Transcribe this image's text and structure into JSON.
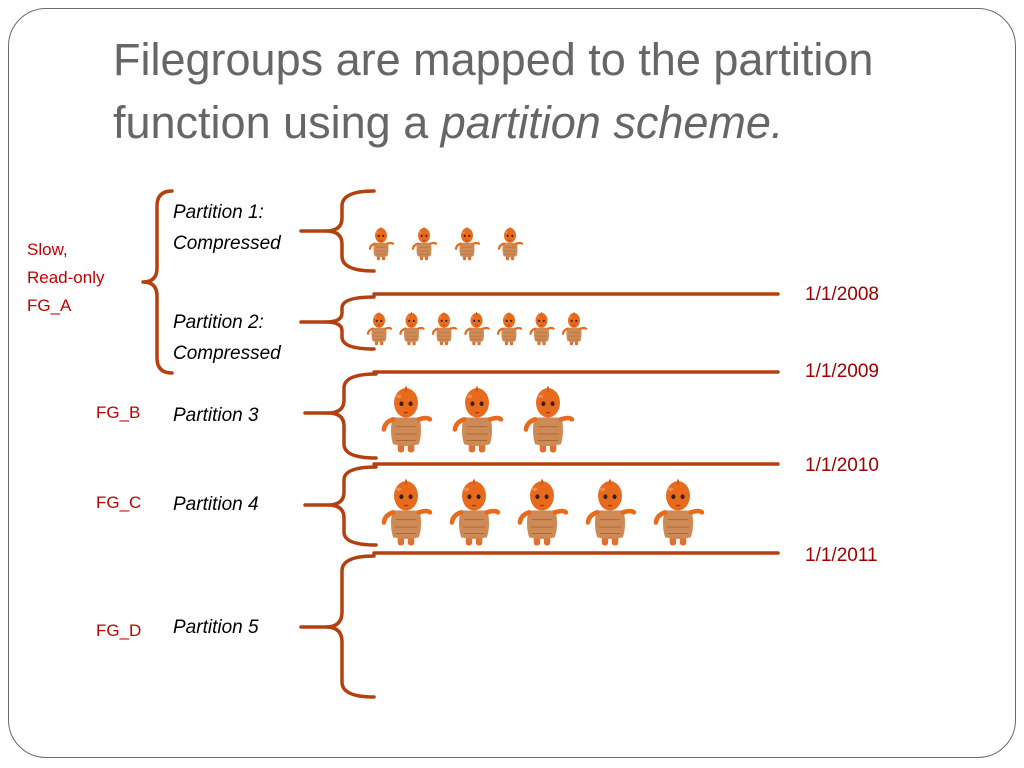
{
  "title": {
    "line1": "Filegroups are mapped to the partition",
    "line2_plain": "function using a ",
    "line2_emphasis": "partition scheme."
  },
  "partitions": [
    {
      "line1": "Partition 1:",
      "line2": "Compressed",
      "doll_count": 4
    },
    {
      "line1": "Partition 2:",
      "line2": "Compressed",
      "doll_count": 7
    },
    {
      "line1": "Partition 3",
      "line2": "",
      "doll_count": 3
    },
    {
      "line1": "Partition 4",
      "line2": "",
      "doll_count": 5
    },
    {
      "line1": "Partition 5",
      "line2": "",
      "doll_count": 0
    }
  ],
  "filegroups": {
    "fg_a": {
      "line1": "Slow,",
      "line2": "Read-only",
      "line3": "FG_A"
    },
    "fg_b": "FG_B",
    "fg_c": "FG_C",
    "fg_d": "FG_D"
  },
  "boundaries": [
    "1/1/2008",
    "1/1/2009",
    "1/1/2010",
    "1/1/2011"
  ],
  "colors": {
    "title": "#666666",
    "brace_and_lines": "#b5400f",
    "date_label": "#a00000",
    "filegroup_label": "#c00000",
    "doll_body": "#e86a1c",
    "doll_dress": "#cd8a55"
  },
  "icons": {
    "doll": "doll-icon"
  }
}
